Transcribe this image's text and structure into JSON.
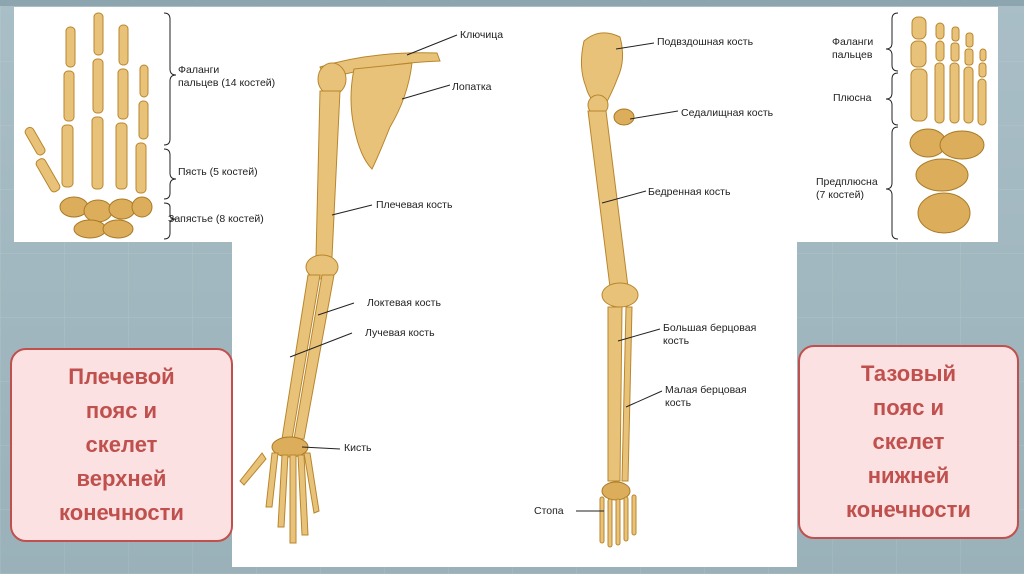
{
  "hand": {
    "phalanges": "Фаланги\nпальцев (14 костей)",
    "metacarpus": "Пясть (5 костей)",
    "carpus": "Запястье (8 костей)"
  },
  "arm": {
    "clavicle": "Ключица",
    "scapula": "Лопатка",
    "humerus": "Плечевая кость",
    "ulna": "Локтевая кость",
    "radius": "Лучевая кость",
    "hand": "Кисть"
  },
  "leg": {
    "ilium": "Подвздошная кость",
    "ischium": "Седалищная кость",
    "femur": "Бедренная кость",
    "tibia": "Большая берцовая\nкость",
    "fibula": "Малая берцовая\nкость",
    "foot": "Стопа"
  },
  "foot": {
    "phalanges": "Фаланги\nпальцев",
    "metatarsus": "Плюсна",
    "tarsus": "Предплюсна\n(7 костей)"
  },
  "callouts": {
    "left": "Плечевой\nпояс и\nскелет\nверхней\nконечности",
    "right": "Тазовый\nпояс и\nскелет\nнижней\nконечности"
  },
  "colors": {
    "callout_border": "#c0504d",
    "callout_fill": "#fbe1e1",
    "callout_text": "#c0504d",
    "bone": "#e9c27a"
  }
}
